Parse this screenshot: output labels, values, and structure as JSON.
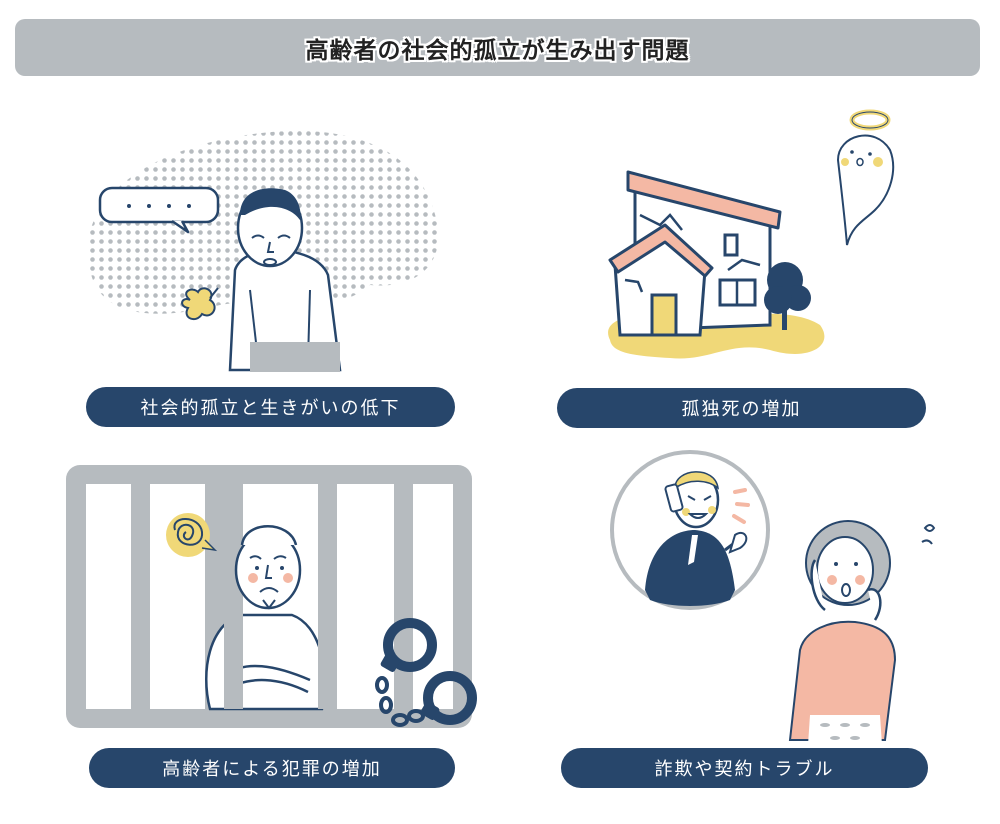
{
  "header": {
    "title": "高齢者の社会的孤立が生み出す問題"
  },
  "panels": [
    {
      "id": "isolation",
      "label": "社会的孤立と生きがいの低下",
      "illustration": "lonely-elderly-man",
      "speech_bubble": "・・・・"
    },
    {
      "id": "lonely-death",
      "label": "孤独死の増加",
      "illustration": "abandoned-house-with-ghost"
    },
    {
      "id": "crime",
      "label": "高齢者による犯罪の増加",
      "illustration": "elderly-man-behind-bars-with-handcuffs"
    },
    {
      "id": "fraud",
      "label": "詐欺や契約トラブル",
      "illustration": "scam-phone-call"
    }
  ],
  "colors": {
    "navy": "#27466b",
    "grey": "#b6bbbf",
    "yellow": "#f0d878",
    "pink": "#f4b8a4",
    "white": "#ffffff"
  }
}
